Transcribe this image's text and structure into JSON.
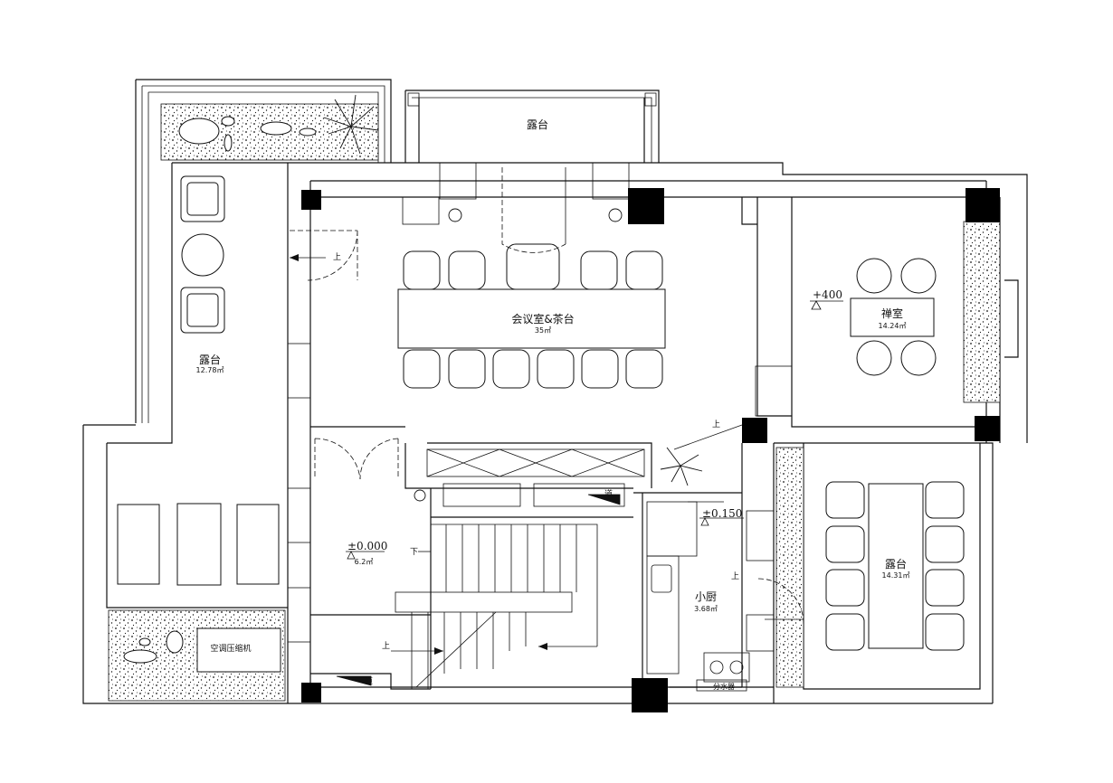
{
  "rooms": {
    "meeting": {
      "name": "会议室&茶台",
      "area": "35㎡"
    },
    "zen": {
      "name": "禅室",
      "area": "14.24㎡",
      "level": "+400"
    },
    "terrace_top": {
      "name": "露台"
    },
    "terrace_left": {
      "name": "露台",
      "area": "12.78㎡"
    },
    "terrace_right": {
      "name": "露台",
      "area": "14.31㎡"
    },
    "kitchen": {
      "name": "小厨",
      "area": "3.68㎡",
      "level": "±0.150"
    },
    "hall": {
      "level": "±0.000",
      "area": "6.2㎡"
    },
    "ac": {
      "name": "空调压缩机"
    },
    "manifold": {
      "name": "分水器"
    }
  },
  "marks": {
    "up": "上",
    "down": "下",
    "duct": "道"
  }
}
